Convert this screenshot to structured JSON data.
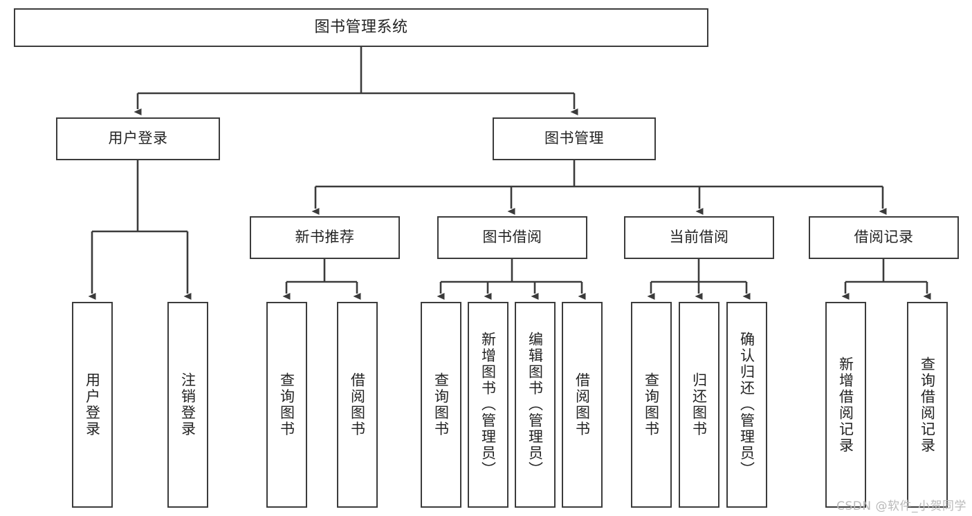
{
  "diagram": {
    "title": "图书管理系统",
    "type": "tree-hierarchy-chart",
    "colors": {
      "box_border": "#3b3b3b",
      "box_fill": "#ffffff",
      "edge": "#3b3b3b",
      "text": "#232323",
      "watermark": "#b9b9b9",
      "background": "#ffffff"
    },
    "watermark": "CSDN @软件_小贺同学"
  },
  "nodes": {
    "root": {
      "label": "图书管理系统"
    },
    "level2": [
      {
        "id": "user-login",
        "label": "用户登录"
      },
      {
        "id": "book-management",
        "label": "图书管理"
      }
    ],
    "level3": [
      {
        "id": "new-book-recommend",
        "label": "新书推荐"
      },
      {
        "id": "book-borrow",
        "label": "图书借阅"
      },
      {
        "id": "current-borrow",
        "label": "当前借阅"
      },
      {
        "id": "borrow-record",
        "label": "借阅记录"
      }
    ],
    "leaves": {
      "user_login": [
        {
          "id": "leaf-user-login",
          "label": "用户登录"
        },
        {
          "id": "leaf-logout-login",
          "label": "注销登录"
        }
      ],
      "new_book_recommend": [
        {
          "id": "leaf-query-book-1",
          "label": "查询图书"
        },
        {
          "id": "leaf-borrow-book-1",
          "label": "借阅图书"
        }
      ],
      "book_borrow": [
        {
          "id": "leaf-query-book-2",
          "label": "查询图书"
        },
        {
          "id": "leaf-add-book",
          "label": "新增图书（管理员）"
        },
        {
          "id": "leaf-edit-book",
          "label": "编辑图书（管理员）"
        },
        {
          "id": "leaf-borrow-book-2",
          "label": "借阅图书"
        }
      ],
      "current_borrow": [
        {
          "id": "leaf-query-book-3",
          "label": "查询图书"
        },
        {
          "id": "leaf-return-book",
          "label": "归还图书"
        },
        {
          "id": "leaf-confirm-return",
          "label": "确认归还（管理员）"
        }
      ],
      "borrow_record": [
        {
          "id": "leaf-add-record",
          "label": "新增借阅记录"
        },
        {
          "id": "leaf-query-record",
          "label": "查询借阅记录"
        }
      ]
    }
  }
}
